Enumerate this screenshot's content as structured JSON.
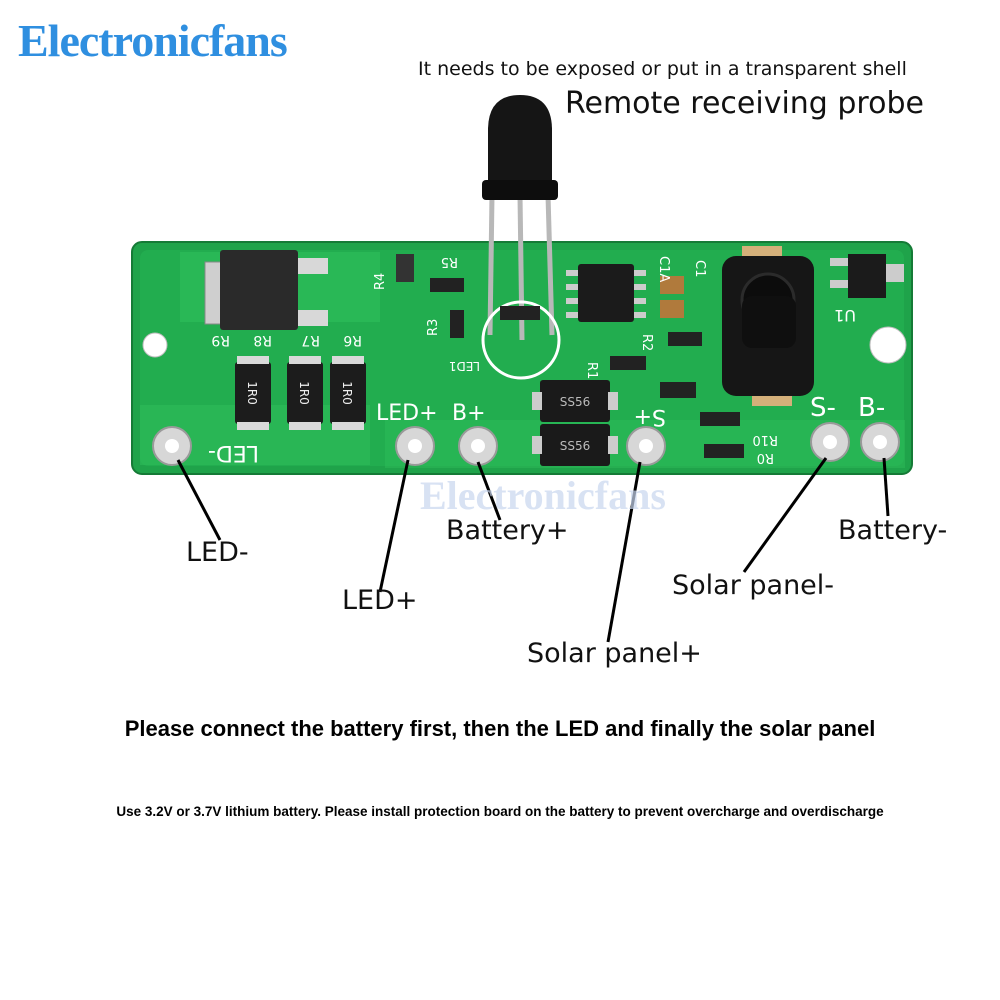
{
  "brand": "Electronicfans",
  "watermark": "Electronicfans",
  "note_top": "It needs to be exposed or put in a transparent shell",
  "probe_title": "Remote receiving probe",
  "labels": {
    "led_minus": "LED-",
    "led_plus": "LED+",
    "battery_plus": "Battery+",
    "solar_plus": "Solar panel+",
    "solar_minus": "Solar panel-",
    "battery_minus": "Battery-"
  },
  "pcb_silk": {
    "led_minus": "LED-",
    "led_plus": "LED+",
    "b_plus": "B+",
    "s_plus": "S+",
    "s_minus": "S-",
    "b_minus": "B-",
    "r9": "R9",
    "r8": "R8",
    "r7": "R7",
    "r6": "R6",
    "res_1r0": "1R0",
    "ss56": "SS56",
    "u1": "U1",
    "r10": "R10",
    "r0": "R0",
    "r1": "R1",
    "r2": "R2",
    "r3": "R3",
    "r4": "R4",
    "r5": "R5",
    "c1": "C1",
    "c1a": "C1A",
    "led1": "LED1"
  },
  "instructions": {
    "line1": "Please connect the battery first, then the LED and finally the solar panel",
    "line2": "Use 3.2V or 3.7V lithium battery. Please install protection board on the battery to prevent overcharge and overdischarge"
  },
  "colors": {
    "pcb_green": "#1fa34a",
    "silkscreen": "#ffffff",
    "brand_blue": "#2f8fe0"
  }
}
